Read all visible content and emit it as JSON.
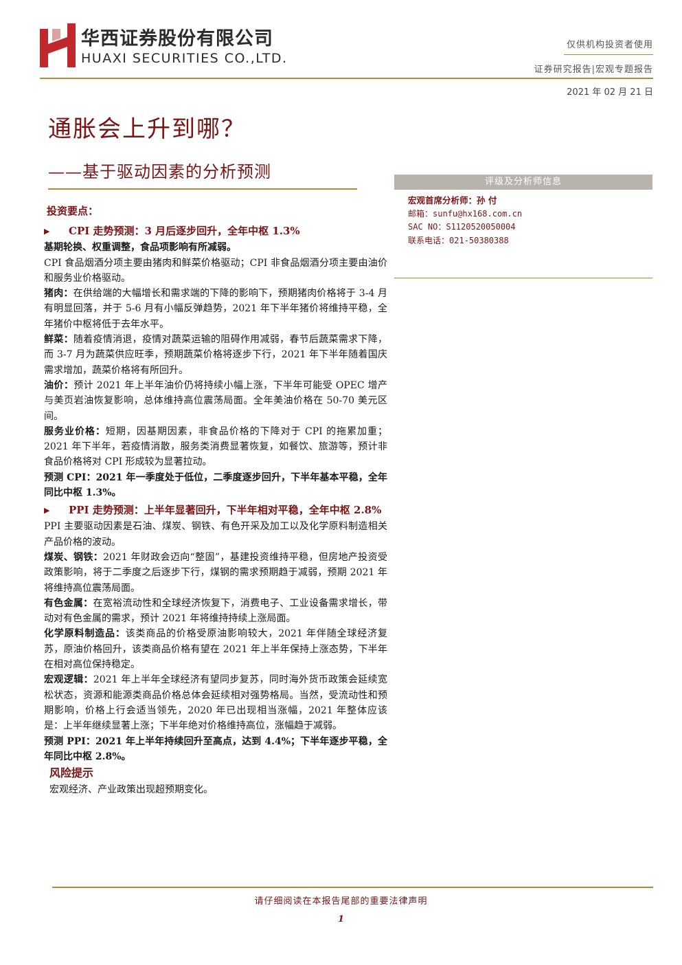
{
  "header": {
    "company_cn": "华西证券股份有限公司",
    "company_en": "HUAXI SECURITIES CO.,LTD.",
    "audience": "仅供机构投资者使用",
    "report_type": "证券研究报告|宏观专题报告",
    "date": "2021 年 02 月 21 日"
  },
  "title": "通胀会上升到哪？",
  "subtitle": "——基于驱动因素的分析预测",
  "sidebar": {
    "heading": "评级及分析师信息",
    "analyst": "宏观首席分析师：孙 付",
    "email": "邮箱：sunfu@hx168.com.cn",
    "sac": "SAC NO：S1120520050004",
    "phone": "联系电话：021-50380388"
  },
  "main": {
    "section_title": "投资要点：",
    "cpi_bullet": "CPI 走势预测：3 月后逐步回升，全年中枢 1.3%",
    "cpi_sub": "基期轮换、权重调整，食品项影响有所减弱。",
    "cpi_intro": "CPI 食品烟酒分项主要由猪肉和鲜菜价格驱动；CPI 非食品烟酒分项主要由油价和服务业价格驱动。",
    "pork_label": "猪肉：",
    "pork_text": "在供给端的大幅增长和需求端的下降的影响下，预期猪肉价格将于 3-4 月有明显回落，并于 5-6 月有小幅反弹趋势，2021 年下半年猪价将维持平稳，全年猪价中枢将低于去年水平。",
    "veg_label": "鲜菜：",
    "veg_text": "随着疫情消退，疫情对蔬菜运输的阻碍作用减弱，春节后蔬菜需求下降，而 3-7 月为蔬菜供应旺季，预期蔬菜价格将逐步下行，2021 年下半年随着国庆需求增加，蔬菜价格将有所回升。",
    "oil_label": "油价：",
    "oil_text": "预计 2021 年上半年油价仍将持续小幅上涨，下半年可能受 OPEC 增产与美页岩油恢复影响，总体维持高位震荡局面。全年美油价格在 50-70 美元区间。",
    "service_label": "服务业价格：",
    "service_text": "短期，因基期因素，非食品价格的下降对于 CPI 的拖累加重；2021 年下半年，若疫情消散，服务类消费显著恢复，如餐饮、旅游等，预计非食品价格将对 CPI 形成较为显著拉动。",
    "cpi_forecast": "预测 CPI：2021 年一季度处于低位，二季度逐步回升，下半年基本平稳，全年同比中枢 1.3%。",
    "ppi_bullet": "PPI 走势预测：上半年显著回升，下半年相对平稳，全年中枢 2.8%",
    "ppi_intro": "PPI 主要驱动因素是石油、煤炭、钢铁、有色开采及加工以及化学原料制造相关产品价格的波动。",
    "coal_label": "煤炭、钢铁：",
    "coal_text": "2021 年财政会迈向“整固”，基建投资维持平稳，但房地产投资受政策影响，将于二季度之后逐步下行，煤钢的需求预期趋于减弱，预期 2021 年将维持高位震荡局面。",
    "metal_label": "有色金属：",
    "metal_text": "在宽裕流动性和全球经济恢复下，消费电子、工业设备需求增长，带动对有色金属的需求，预计 2021 年将维持持续上涨局面。",
    "chem_label": "化学原料制造品：",
    "chem_text": "该类商品的价格受原油影响较大，2021 年伴随全球经济复苏，原油价格回升，该类商品价格有望在 2021 年上半年保持上涨态势，下半年在相对高位保持稳定。",
    "macro_label": "宏观逻辑：",
    "macro_text": "2021 年上半年全球经济有望同步复苏，同时海外货币政策会延续宽松状态，资源和能源类商品价格总体会延续相对强势格局。当然，受流动性和预期影响，价格上行会适当领先，2020 年已出现相当涨幅，2021 年整体应该是：上半年继续显著上涨；下半年绝对价格维持高位，涨幅趋于减弱。",
    "ppi_forecast": "预测 PPI：2021 年上半年持续回升至高点，达到 4.4%；下半年逐步平稳，全年同比中枢 2.8%。",
    "risk_title": "风险提示",
    "risk_text": "宏观经济、产业政策出现超预期变化。"
  },
  "footer": {
    "notice": "请仔细阅读在本报告尾部的重要法律声明",
    "page": "1"
  },
  "colors": {
    "brand_red": "#7a1516",
    "gold_rule": "#b08a3a",
    "logo_red": "#c0282d"
  }
}
